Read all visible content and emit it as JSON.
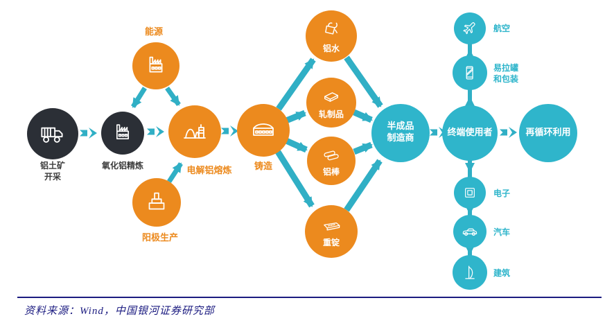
{
  "colors": {
    "orange": "#EC8A1E",
    "teal": "#30AFC5",
    "teal_circle": "#2FB5CB",
    "dark": "#2B2F36",
    "navy": "#1B1B80",
    "label_dark": "#3B3B3B",
    "background": "#FFFFFF"
  },
  "nodes": {
    "bauxite": {
      "label_line1": "铝土矿",
      "label_line2": "开采"
    },
    "alumina": {
      "label": "氧化铝精炼"
    },
    "energy": {
      "label": "能源"
    },
    "smelting": {
      "label": "电解铝熔炼"
    },
    "anode": {
      "label": "阳极生产"
    },
    "casting": {
      "label": "铸造"
    },
    "molten_aluminum": {
      "label": "铝水"
    },
    "rolled_products": {
      "label": "轧制品"
    },
    "aluminum_rods": {
      "label": "铝棒"
    },
    "ingot": {
      "label": "重锭"
    },
    "semi_finished": {
      "label_line1": "半成品",
      "label_line2": "制造商"
    },
    "end_user": {
      "label": "终端使用者"
    },
    "recycling": {
      "label": "再循环利用"
    },
    "aviation": {
      "label": "航空"
    },
    "cans_packaging": {
      "label_line1": "易拉罐",
      "label_line2": "和包装"
    },
    "electronics": {
      "label": "电子"
    },
    "automobile": {
      "label": "汽车"
    },
    "construction": {
      "label": "建筑"
    }
  },
  "icons": {
    "bauxite": "dump-truck-icon",
    "alumina": "factory-icon",
    "energy": "power-plant-icon",
    "smelting": "smelter-icon",
    "anode": "anode-stack-icon",
    "casting": "foundry-building-icon",
    "molten_aluminum": "pouring-crucible-icon",
    "rolled_products": "slab-icon",
    "aluminum_rods": "rods-icon",
    "ingot": "ingot-icon",
    "aviation": "airplane-icon",
    "cans_packaging": "beverage-can-icon",
    "electronics": "chip-icon",
    "automobile": "car-icon",
    "construction": "sail-building-icon"
  },
  "footer": {
    "source": "资料来源：Wind，中国银河证券研究部"
  }
}
